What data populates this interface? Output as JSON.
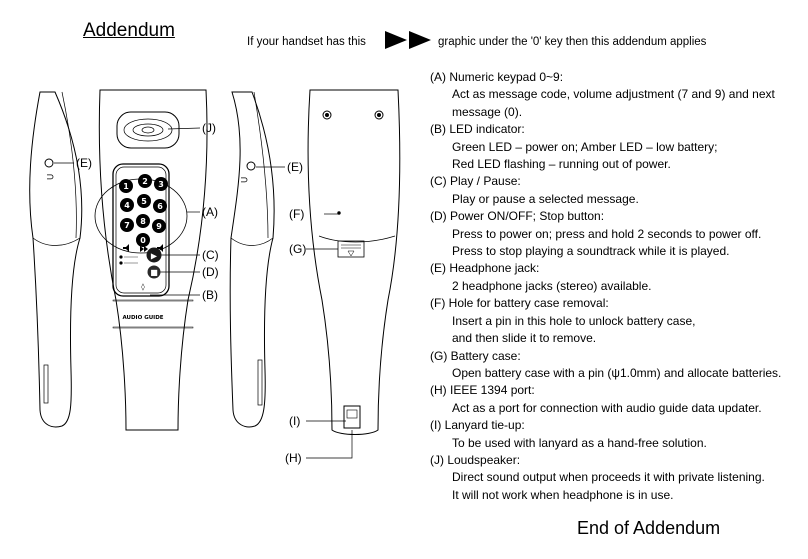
{
  "header": {
    "title": "Addendum",
    "intro_before": "If your handset has this",
    "intro_after": "graphic under the '0' key then this addendum applies",
    "graphic_icon": "fast-forward-icon"
  },
  "callouts": {
    "j": "(J)",
    "e_left": "(E)",
    "e_right": "(E)",
    "a": "(A)",
    "c": "(C)",
    "d": "(D)",
    "b": "(B)",
    "f": "(F)",
    "g": "(G)",
    "i": "(I)",
    "h": "(H)"
  },
  "device": {
    "brand_label": "AUDIO GUIDE",
    "keypad_keys": [
      "1",
      "2",
      "3",
      "4",
      "5",
      "6",
      "7",
      "8",
      "9",
      "0"
    ],
    "keypad_icons": [
      "volume-down-icon",
      "fast-forward-icon",
      "volume-up-icon"
    ],
    "play_pause_icon": "play-pause-icon",
    "power_icon": "power-icon",
    "headphone_icon": "headphone-icon"
  },
  "specs": [
    {
      "head": "(A) Numeric keypad 0~9:",
      "lines": [
        "Act as message code, volume adjustment (7 and 9) and next",
        "message (0)."
      ]
    },
    {
      "head": "(B) LED indicator:",
      "lines": [
        "Green LED – power on; Amber LED – low battery;",
        "Red LED flashing – running out of power."
      ]
    },
    {
      "head": "(C) Play / Pause:",
      "lines": [
        "Play or pause a selected message."
      ]
    },
    {
      "head": "(D) Power ON/OFF; Stop button:",
      "lines": [
        "Press to power on; press and hold 2 seconds to power off.",
        "Press to stop playing a soundtrack while it is played."
      ]
    },
    {
      "head": "(E) Headphone jack:",
      "lines": [
        "2 headphone jacks (stereo) available."
      ]
    },
    {
      "head": "(F) Hole for battery case removal:",
      "lines": [
        "Insert a pin in this hole to unlock battery case,",
        "and then slide it to remove."
      ]
    },
    {
      "head": "(G) Battery case:",
      "lines": [
        "Open battery case with a pin (ψ1.0mm) and allocate batteries."
      ]
    },
    {
      "head": "(H) IEEE 1394 port:",
      "lines": [
        "Act as a port for connection with audio guide data updater."
      ]
    },
    {
      "head": " (I) Lanyard tie-up:",
      "lines": [
        "To be used with lanyard as a hand-free solution."
      ]
    },
    {
      "head": "(J) Loudspeaker:",
      "lines": [
        "Direct sound output when proceeds it with private listening.",
        "It will not work when headphone is in use."
      ]
    }
  ],
  "footer": {
    "text": "End of Addendum"
  }
}
